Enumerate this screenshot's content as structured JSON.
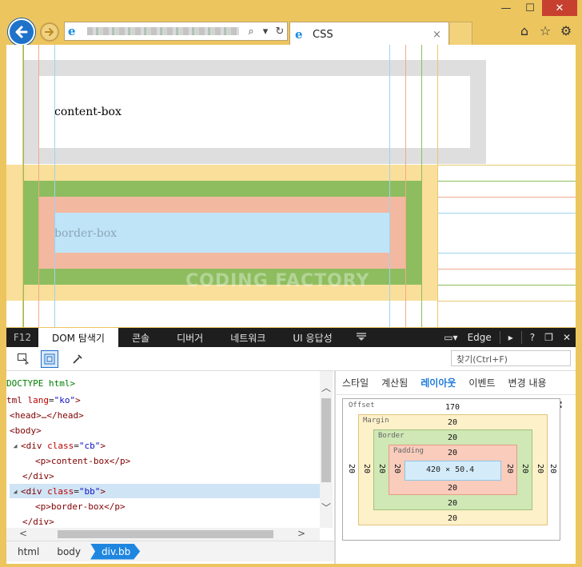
{
  "browser": {
    "tab_title": "CSS",
    "tab_close": "×",
    "window_controls": {
      "minimize": "—",
      "maximize": "☐",
      "close": "✕"
    },
    "address_icons": {
      "search": "⌕",
      "dropdown": "▾",
      "refresh": "↻"
    },
    "tools": {
      "home": "⌂",
      "favorites": "☆",
      "settings": "⚙"
    }
  },
  "page": {
    "content_box_text": "content-box",
    "border_box_text": "border-box",
    "watermark": "CODING FACTORY"
  },
  "devtools": {
    "f12_label": "F12",
    "tabs": [
      "DOM 탐색기",
      "콘솔",
      "디버거",
      "네트워크",
      "UI 응답성"
    ],
    "active_tab": "DOM 탐색기",
    "emulation_label": "Edge",
    "right_icons": {
      "help": "?",
      "undock": "❐",
      "close": "✕"
    },
    "find_placeholder": "찾기(Ctrl+F)",
    "dom": {
      "doctype": "DOCTYPE html>",
      "html_open": {
        "tag": "tml",
        "attr": "lang",
        "value": "\"ko\""
      },
      "head": "<head>…</head>",
      "body": "<body>",
      "div_cb": {
        "tag": "<div",
        "attr": "class",
        "value": "\"cb\""
      },
      "p_cb": "<p>content-box</p>",
      "div_close": "</div>",
      "div_bb": {
        "tag": "<div",
        "attr": "class",
        "value": "\"bb\""
      },
      "p_bb": "<p>border-box</p>",
      "div_close2": "</div>"
    },
    "breadcrumbs": [
      "html",
      "body",
      "div.bb"
    ],
    "style_tabs": [
      "스타일",
      "계산됨",
      "레이아웃",
      "이벤트",
      "변경 내용"
    ],
    "active_style_tab": "레이아웃",
    "layout": {
      "aa": "a:",
      "offset_label": "Offset",
      "offset_top": "170",
      "margin_label": "Margin",
      "margin_top": "20",
      "margin_bottom": "20",
      "margin_left": "20",
      "margin_right": "20",
      "border_label": "Border",
      "border_top": "20",
      "border_bottom": "20",
      "border_left": "20",
      "border_right": "20",
      "padding_label": "Padding",
      "padding_top": "20",
      "padding_bottom": "20",
      "padding_left": "20",
      "padding_right": "20",
      "offset_left": "20",
      "offset_right": "20",
      "content_size": "420 × 50.4"
    }
  }
}
